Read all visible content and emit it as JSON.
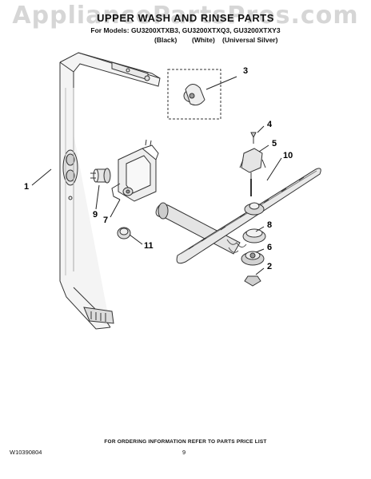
{
  "watermark": "AppliancePartsPros.com",
  "title": "UPPER WASH AND RINSE PARTS",
  "models_line": "For Models: GU3200XTXB3, GU3200XTXQ3, GU3200XTXY3",
  "variants": [
    "(Black)",
    "(White)",
    "(Universal Silver)"
  ],
  "callouts": [
    "1",
    "2",
    "3",
    "4",
    "5",
    "6",
    "7",
    "8",
    "9",
    "10",
    "11"
  ],
  "footer": {
    "note": "FOR ORDERING INFORMATION REFER TO PARTS PRICE LIST",
    "doc_number": "W10390804",
    "page_number": "9"
  }
}
